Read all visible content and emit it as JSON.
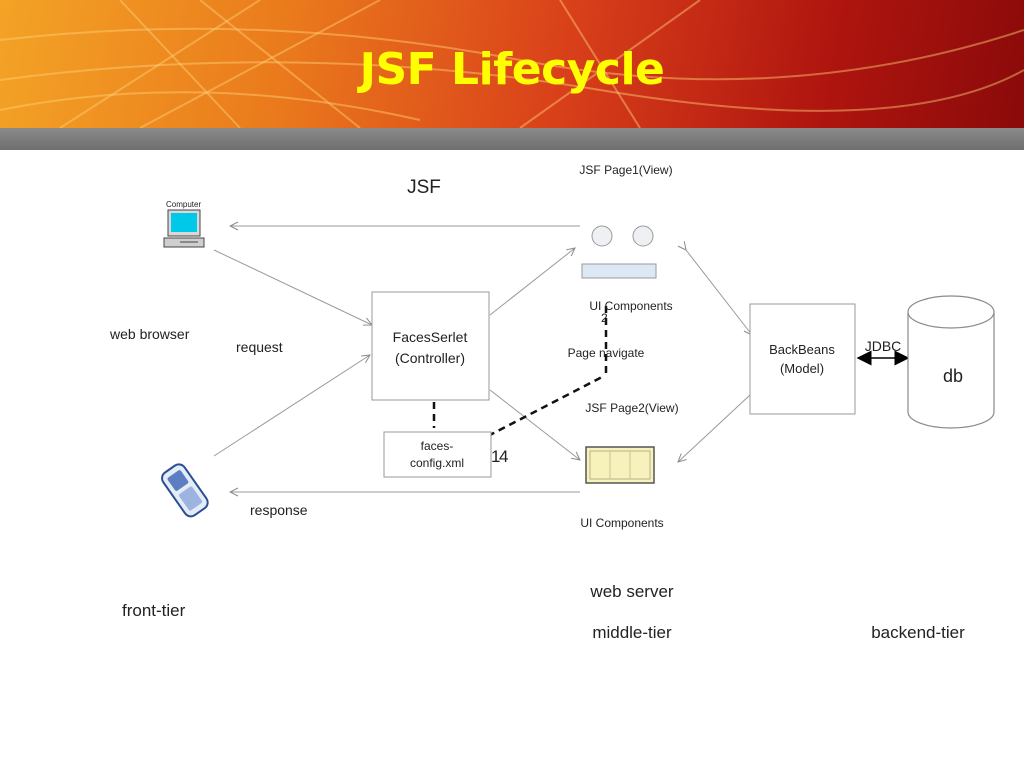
{
  "slide": {
    "title": "JSF Lifecycle"
  },
  "diagram": {
    "heading": "JSF",
    "computer_label": "Computer",
    "web_browser": "web browser",
    "request": "request",
    "response": "response",
    "controller_line1": "FacesSerlet",
    "controller_line2": "(Controller)",
    "config_line1": "faces-",
    "config_line2": "config.xml",
    "step_4": "4",
    "step_1": "1",
    "step_2": "2",
    "page1_view": "JSF Page1(View)",
    "page1_components": "UI Components",
    "page_navigate": "Page navigate",
    "page2_view": "JSF Page2(View)",
    "page2_components": "UI Components",
    "model_line1": "BackBeans",
    "model_line2": "(Model)",
    "jdbc": "JDBC",
    "db": "db",
    "web_server": "web server",
    "front_tier": "front-tier",
    "middle_tier": "middle-tier",
    "backend_tier": "backend-tier"
  },
  "colors": {
    "title": "#ffff00",
    "header_start": "#f3a326",
    "header_end": "#8a0a0a",
    "divider": "#7a7a7a",
    "monitor_screen": "#00c8e8",
    "page2_fill": "#f7f2bc",
    "page1_bar": "#dde8f5",
    "phone_fill": "#5b7fc0"
  }
}
